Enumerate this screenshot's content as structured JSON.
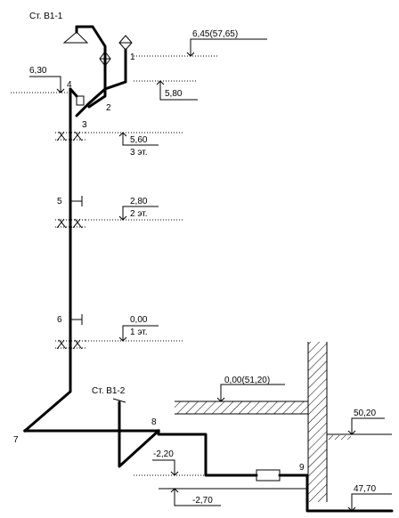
{
  "risers": {
    "top_label": "Ст. В1-1",
    "bottom_label": "Ст. В1-2"
  },
  "nodes": [
    "1",
    "2",
    "3",
    "4",
    "5",
    "6",
    "7",
    "8",
    "9"
  ],
  "elevations": {
    "top_shower": "6,45(57,65)",
    "left_top": "6,30",
    "branch": "5,80",
    "floor3_level": "5,60",
    "floor3_name": "3 эт.",
    "floor2_level": "2,80",
    "floor2_name": "2 эт.",
    "floor1_level": "0,00",
    "floor1_name": "1 эт.",
    "ground_floor": "0,00(51,20)",
    "ground_right": "50,20",
    "pipe_depth_1": "-2,20",
    "pipe_depth_2": "-2,70",
    "inlet_right": "47,70"
  }
}
